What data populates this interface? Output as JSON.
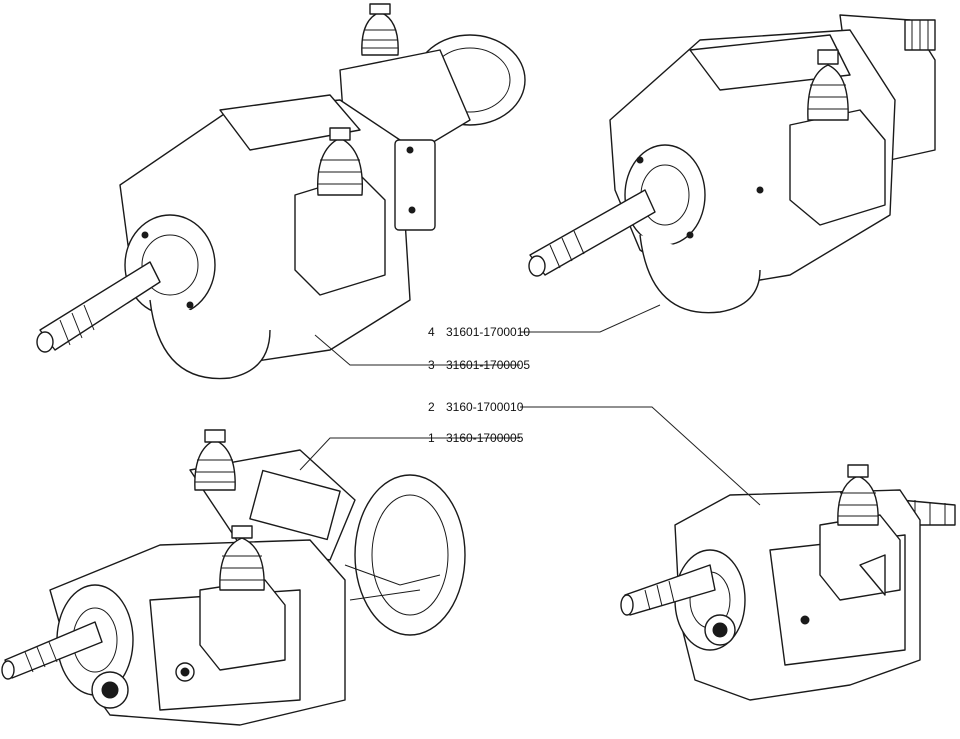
{
  "callouts": [
    {
      "num": "4",
      "code": "31601-1700010"
    },
    {
      "num": "3",
      "code": "31601-1700005"
    },
    {
      "num": "2",
      "code": "3160-1700010"
    },
    {
      "num": "1",
      "code": "3160-1700005"
    }
  ],
  "colors": {
    "ink": "#1a1a1a",
    "paper": "#ffffff"
  }
}
